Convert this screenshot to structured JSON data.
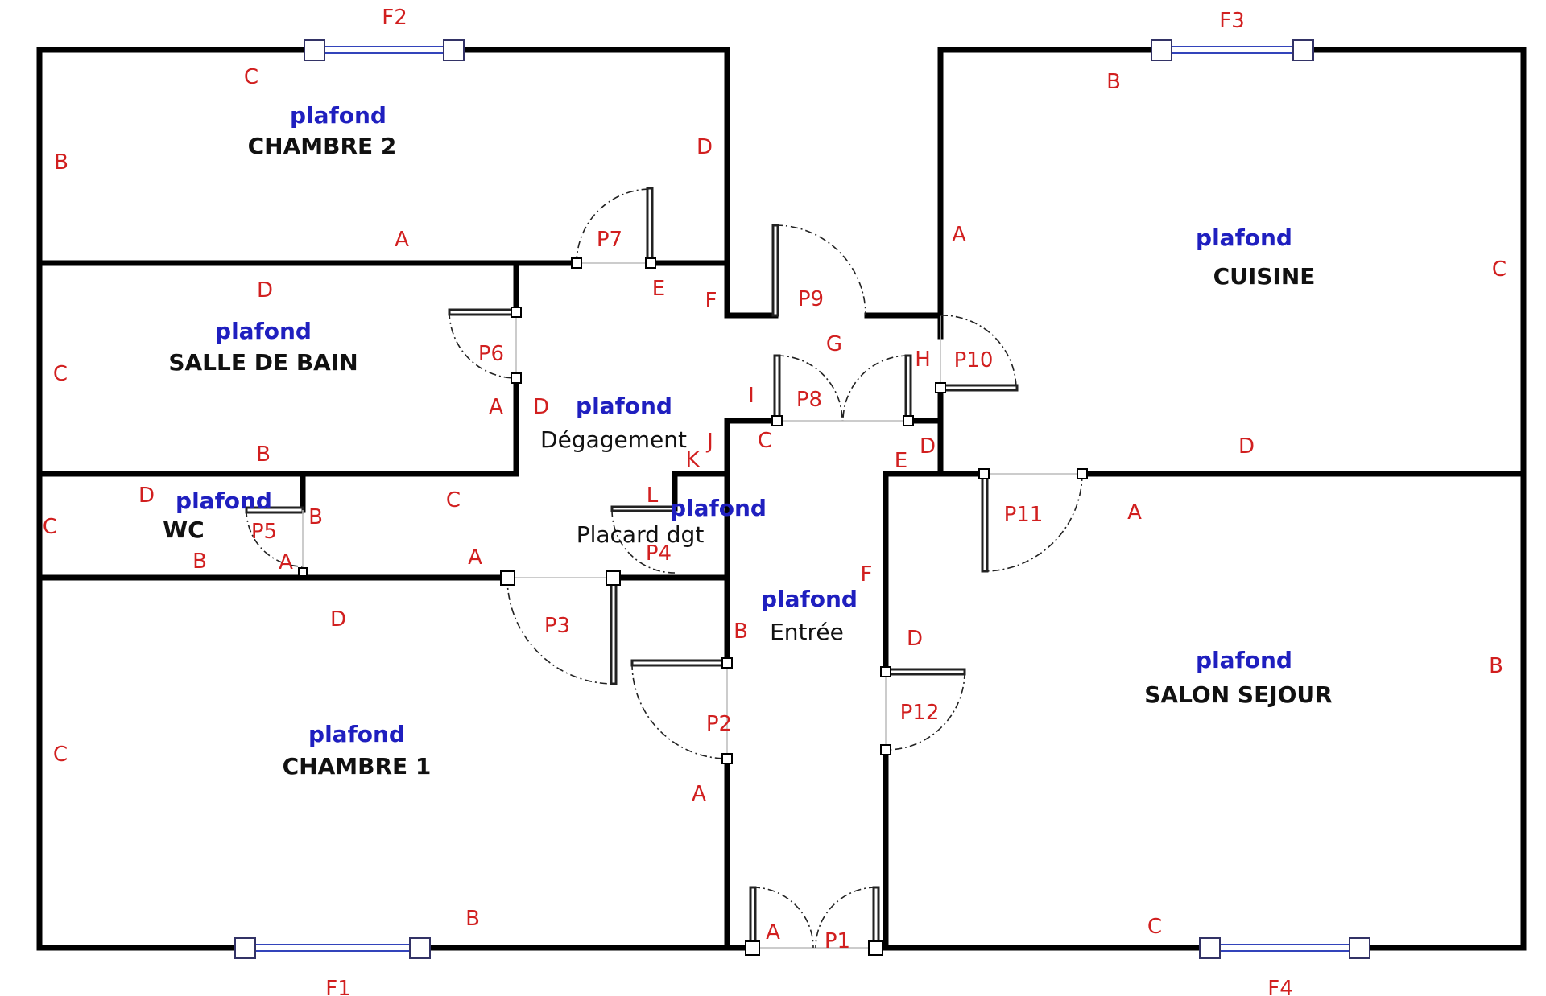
{
  "rooms": {
    "chambre2": {
      "ceiling": "plafond",
      "name": "CHAMBRE 2",
      "walls": [
        "A",
        "B",
        "C",
        "D"
      ]
    },
    "cuisine": {
      "ceiling": "plafond",
      "name": "CUISINE",
      "walls": [
        "A",
        "B",
        "C",
        "D"
      ]
    },
    "sdb": {
      "ceiling": "plafond",
      "name": "SALLE DE BAIN",
      "walls": [
        "A",
        "B",
        "C",
        "D"
      ]
    },
    "degagement": {
      "ceiling": "plafond",
      "name": "Dégagement",
      "walls": [
        "A",
        "B",
        "C",
        "D",
        "E",
        "F",
        "G",
        "H",
        "I",
        "J",
        "K",
        "L"
      ]
    },
    "wc": {
      "ceiling": "plafond",
      "name": "WC",
      "walls": [
        "A",
        "B",
        "C",
        "D"
      ]
    },
    "placard": {
      "ceiling": "plafond",
      "name": "Placard dgt"
    },
    "entree": {
      "ceiling": "plafond",
      "name": "Entrée",
      "walls": [
        "A",
        "B",
        "C",
        "D",
        "E",
        "F"
      ]
    },
    "chambre1": {
      "ceiling": "plafond",
      "name": "CHAMBRE 1",
      "walls": [
        "A",
        "B",
        "C",
        "D"
      ]
    },
    "salon": {
      "ceiling": "plafond",
      "name": "SALON SEJOUR",
      "walls": [
        "A",
        "B",
        "C",
        "D"
      ]
    }
  },
  "doors": [
    "P1",
    "P2",
    "P3",
    "P4",
    "P5",
    "P6",
    "P7",
    "P8",
    "P9",
    "P10",
    "P11",
    "P12"
  ],
  "windows": [
    "F1",
    "F2",
    "F3",
    "F4"
  ],
  "colors": {
    "wall_label": "#d11f1f",
    "ceiling_label": "#1f1fbf",
    "room_name": "#111111",
    "wall": "#000000",
    "window": "#3344bb"
  }
}
